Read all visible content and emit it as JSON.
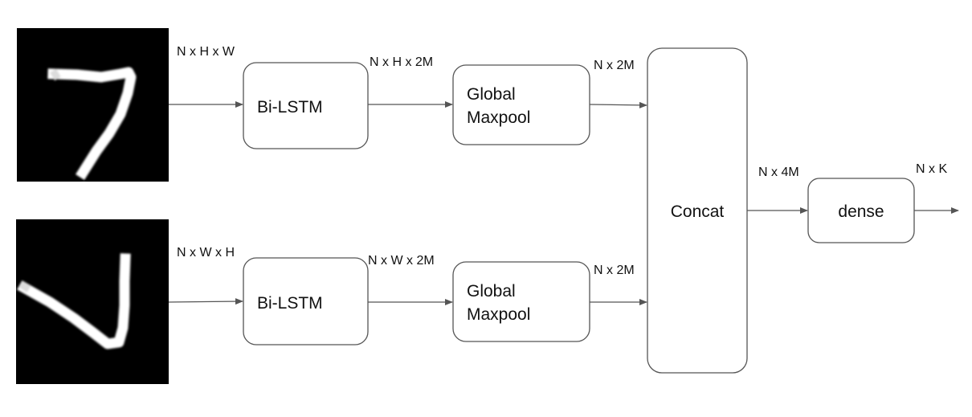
{
  "inputs": {
    "top_image": "digit-7-image",
    "bottom_image": "digit-7-transposed-image",
    "top_shape": "N x H x W",
    "bottom_shape": "N x W x H"
  },
  "branch_top": {
    "bilstm": "Bi-LSTM",
    "bilstm_out": "N x H x 2M",
    "pool_line1": "Global",
    "pool_line2": "Maxpool",
    "pool_out": "N x 2M"
  },
  "branch_bottom": {
    "bilstm": "Bi-LSTM",
    "bilstm_out": "N x W x 2M",
    "pool_line1": "Global",
    "pool_line2": "Maxpool",
    "pool_out": "N x 2M"
  },
  "concat": {
    "label": "Concat",
    "out": "N x 4M"
  },
  "dense": {
    "label": "dense",
    "out": "N x K"
  },
  "colors": {
    "edge": "#555555",
    "image_bg": "#000000",
    "digit": "#ffffff"
  }
}
